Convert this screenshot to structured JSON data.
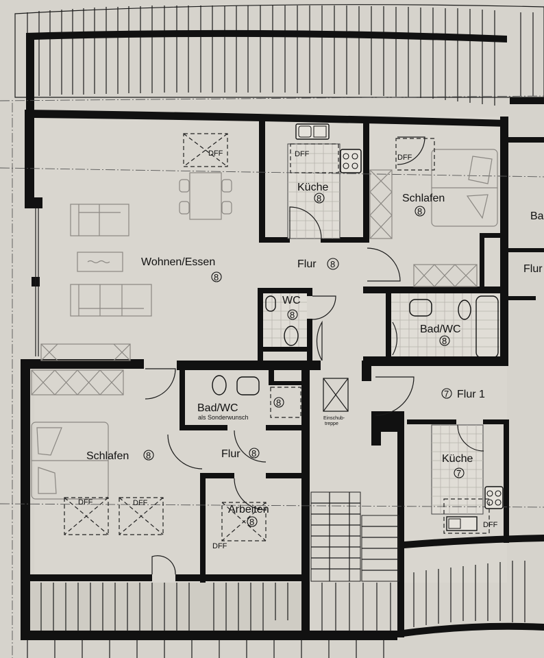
{
  "plan": {
    "type": "architectural-floor-plan",
    "unit_label_style": "circled unit number",
    "colors": {
      "paper": "#d6d3cc",
      "wall": "#111111",
      "furniture": "#8a8782",
      "tile": "#b7b4ad"
    },
    "rooms": {
      "wohnen": {
        "name": "Wohnen/Essen",
        "unit": "8"
      },
      "kueche8": {
        "name": "Küche",
        "unit": "8"
      },
      "schlafen_top": {
        "name": "Schlafen",
        "unit": "8"
      },
      "flur_main": {
        "name": "Flur",
        "unit": "8"
      },
      "wc": {
        "name": "WC",
        "unit": "8"
      },
      "bad_wc": {
        "name": "Bad/WC",
        "unit": "8"
      },
      "flur1": {
        "name": "Flur 1",
        "unit": "7"
      },
      "bad_sonder": {
        "name": "Bad/WC",
        "subtitle": "als Sonderwunsch",
        "unit": "8"
      },
      "schlafen_bottom": {
        "name": "Schlafen",
        "unit": "8"
      },
      "flur_small": {
        "name": "Flur",
        "unit": "8"
      },
      "arbeiten": {
        "name": "Arbeiten",
        "unit": "8"
      },
      "kueche7": {
        "name": "Küche",
        "unit": "7"
      },
      "einschub": {
        "line1": "Einschub-",
        "line2": "treppe"
      },
      "right_ba": {
        "name": "Ba"
      },
      "right_flur": {
        "name": "Flur"
      }
    },
    "window_labels": {
      "dff": "DFF"
    }
  }
}
